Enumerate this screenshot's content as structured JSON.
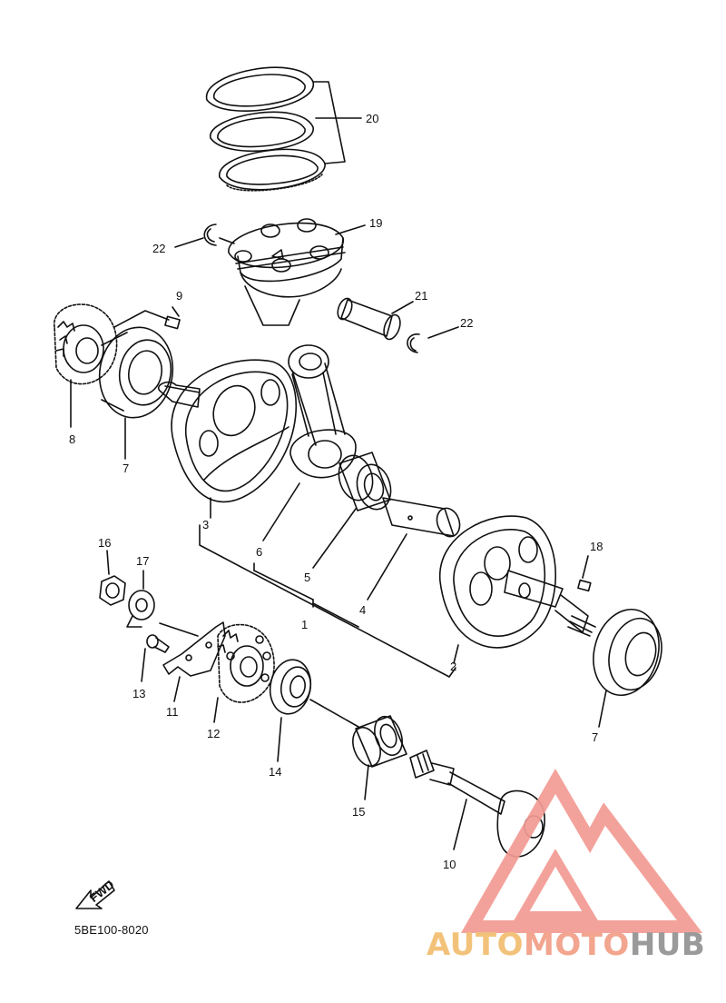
{
  "diagram_code": "5BE100-8020",
  "fwd_label": "FWD",
  "watermark": {
    "part1": "AUTO",
    "part2": "MOTO",
    "part3": "HUB",
    "colors": {
      "auto": "#f3c27a",
      "moto": "#f2a58f",
      "hub": "#9a9a9a",
      "triangle": "#f29b93"
    }
  },
  "labels": {
    "p1": "1",
    "p2": "2",
    "p3": "3",
    "p4": "4",
    "p5": "5",
    "p6": "6",
    "p7a": "7",
    "p7b": "7",
    "p8": "8",
    "p9": "9",
    "p10": "10",
    "p11": "11",
    "p12": "12",
    "p13": "13",
    "p14": "14",
    "p15": "15",
    "p16": "16",
    "p17": "17",
    "p18": "18",
    "p19": "19",
    "p20": "20",
    "p21": "21",
    "p22a": "22",
    "p22b": "22"
  }
}
